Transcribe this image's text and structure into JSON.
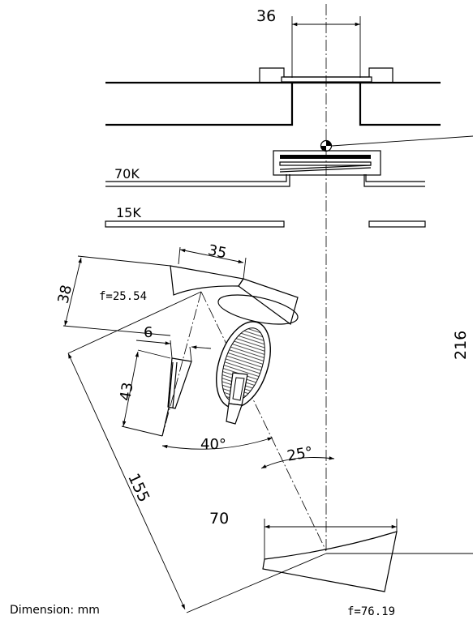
{
  "dimensions": {
    "top_width": "36",
    "mirror1_width": "35",
    "mirror1_height": "38",
    "feed_width": "6",
    "feed_length": "43",
    "feed_angle": "40°",
    "tilt_angle": "25°",
    "mirror2_width": "70",
    "diagonal_length": "155",
    "vertical_span": "216"
  },
  "labels": {
    "stage_70k": "70K",
    "stage_15k": "15K",
    "focal_1": "f=25.54",
    "focal_2": "f=76.19",
    "units_note": "Dimension: mm"
  }
}
